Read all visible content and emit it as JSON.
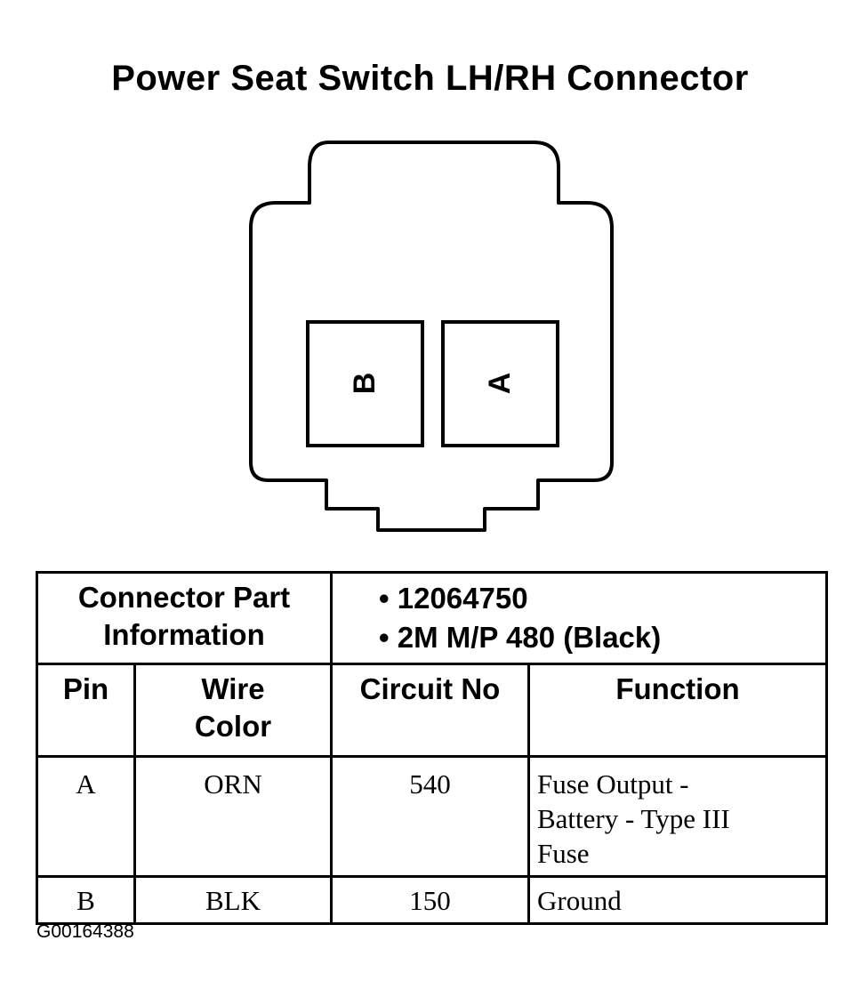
{
  "title": "Power Seat Switch LH/RH Connector",
  "connector": {
    "pins": [
      {
        "label": "B"
      },
      {
        "label": "A"
      }
    ]
  },
  "part_info": {
    "header": [
      "Connector Part",
      "Information"
    ],
    "values": [
      "12064750",
      "2M M/P 480 (Black)"
    ]
  },
  "table": {
    "columns": [
      [
        "Pin"
      ],
      [
        "Wire",
        "Color"
      ],
      [
        "Circuit No"
      ],
      [
        "Function"
      ]
    ],
    "rows": [
      {
        "pin": "A",
        "wire_color": "ORN",
        "circuit": "540",
        "function": [
          "Fuse Output -",
          "Battery - Type III",
          "Fuse"
        ]
      },
      {
        "pin": "B",
        "wire_color": "BLK",
        "circuit": "150",
        "function": [
          "Ground"
        ]
      }
    ]
  },
  "figure_id": "G00164388"
}
